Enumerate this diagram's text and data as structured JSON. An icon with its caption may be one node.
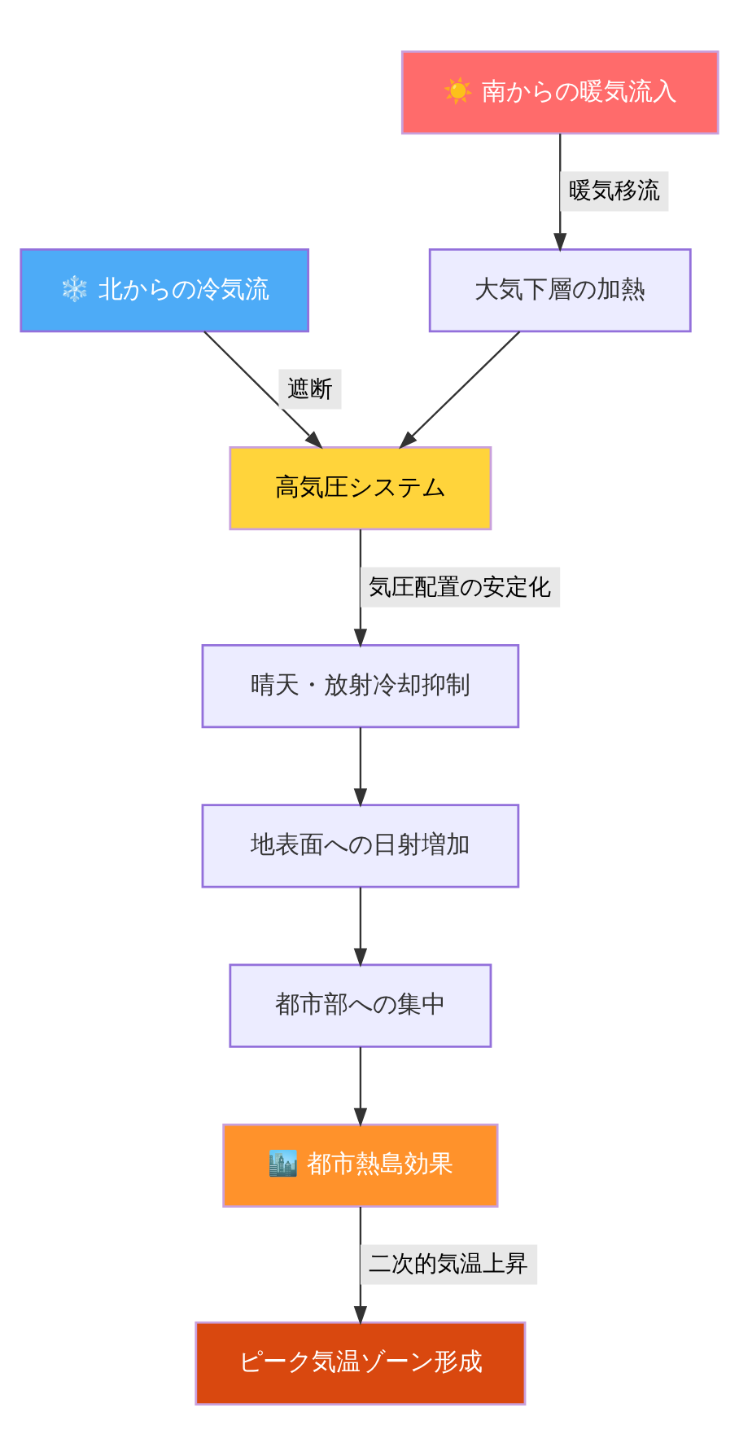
{
  "diagram": {
    "nodes": [
      {
        "text": [
          "☀️ 南からの暖気流入"
        ]
      },
      {
        "text": [
          "❄️ 北からの冷気流"
        ]
      },
      {
        "text": [
          "大気下層の加熱"
        ]
      },
      {
        "text": [
          "高気圧システム"
        ]
      },
      {
        "text": [
          "晴天・放射冷却抑制"
        ]
      },
      {
        "text": [
          "地表面への日射増加"
        ]
      },
      {
        "text": [
          "都市部への集中"
        ]
      },
      {
        "text": [
          "🏙️ 都市熱島効果"
        ]
      },
      {
        "text": [
          "ピーク気温ゾーン形成"
        ]
      }
    ],
    "edges": [
      {
        "from": 0,
        "to": 2,
        "arrow": "to",
        "label": "暖気移流"
      },
      {
        "from": 1,
        "to": 3,
        "arrow": "to",
        "label": "遮断"
      },
      {
        "from": 2,
        "to": 3,
        "arrow": "to"
      },
      {
        "from": 3,
        "to": 4,
        "arrow": "to",
        "label": "気圧配置の安定化"
      },
      {
        "from": 4,
        "to": 5,
        "arrow": "to"
      },
      {
        "from": 5,
        "to": 6,
        "arrow": "to"
      },
      {
        "from": 6,
        "to": 7,
        "arrow": "to"
      },
      {
        "from": 7,
        "to": 8,
        "arrow": "to",
        "label": "二次的気温上昇"
      }
    ]
  }
}
